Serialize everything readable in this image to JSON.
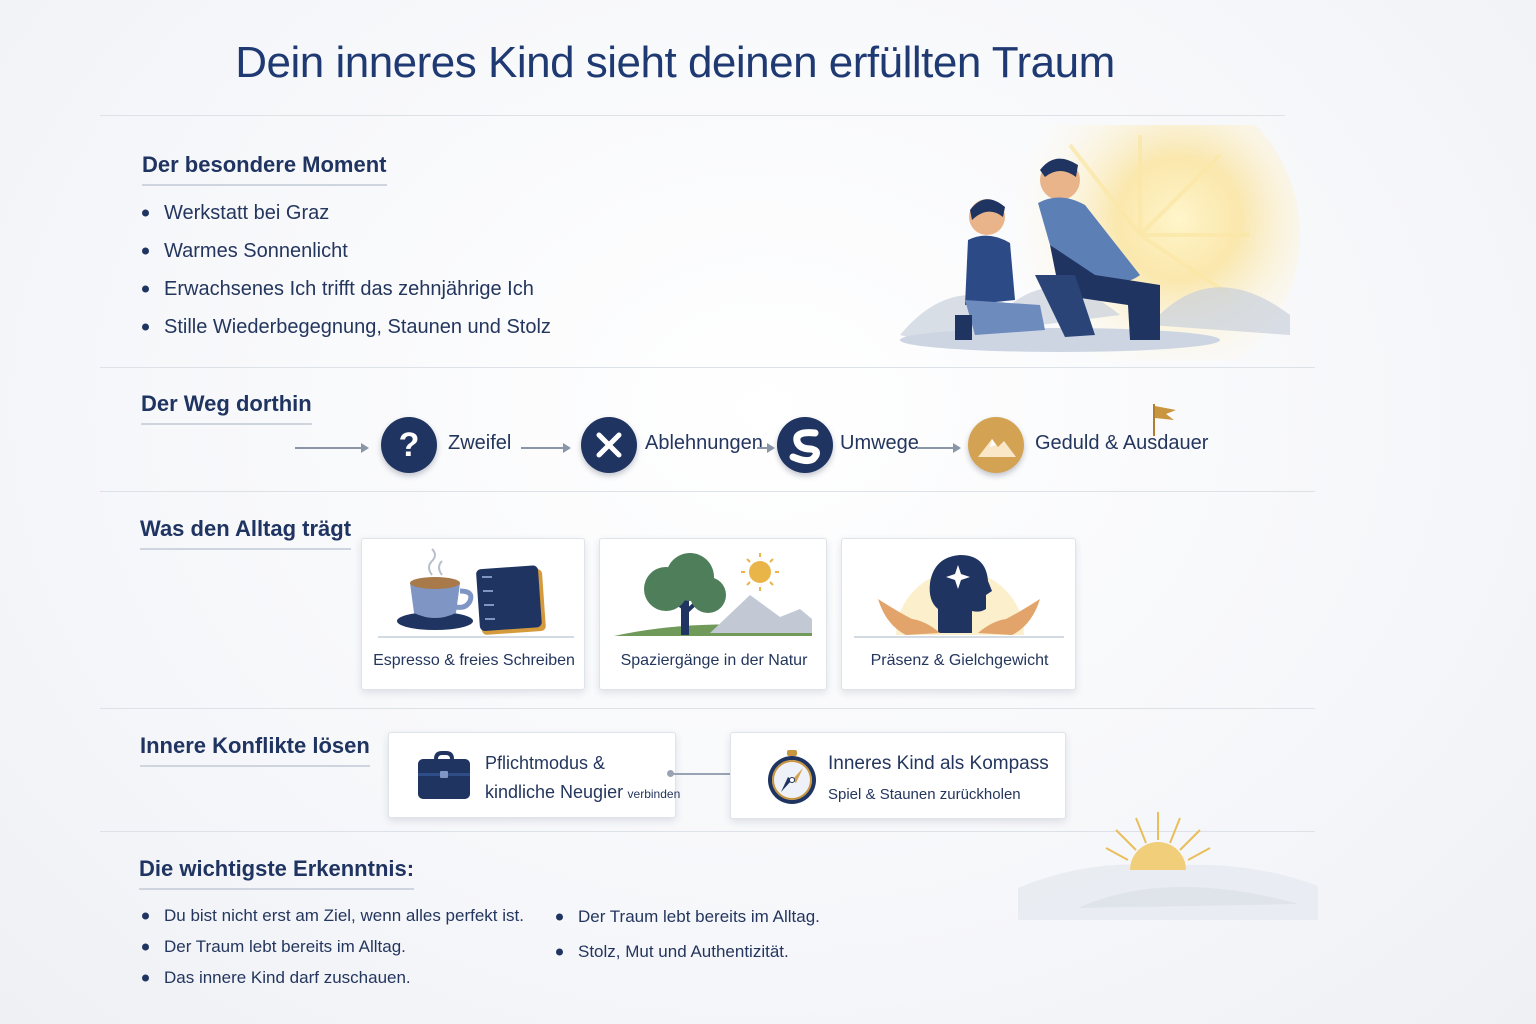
{
  "title": "Dein inneres Kind sieht deinen erfüllten Traum",
  "moment": {
    "heading": "Der besondere Moment",
    "items": [
      "Werkstatt bei Graz",
      "Warmes Sonnenlicht",
      "Erwachsenes Ich trifft das zehnjährige Ich",
      "Stille Wiederbegegnung, Staunen und Stolz"
    ]
  },
  "weg": {
    "heading": "Der Weg dorthin",
    "steps": [
      {
        "label": "Zweifel",
        "icon": "question-icon"
      },
      {
        "label": "Ablehnungen",
        "icon": "x-icon"
      },
      {
        "label": "Umwege",
        "icon": "winding-road-icon"
      },
      {
        "label": "Geduld & Ausdauer",
        "icon": "mountain-flag-icon"
      }
    ]
  },
  "alltag": {
    "heading": "Was den Alltag trägt",
    "cards": [
      {
        "label": "Espresso & freies Schreiben",
        "icon": "coffee-notebook-icon"
      },
      {
        "label": "Spaziergänge in der Natur",
        "icon": "tree-sun-icon"
      },
      {
        "label": "Präsenz & Gielchgewicht",
        "icon": "head-hands-icon"
      }
    ]
  },
  "konflikte": {
    "heading": "Innere Konflikte lösen",
    "left": {
      "line1": "Pflichtmodus &",
      "line2": "kindliche Neugier",
      "small": "verbinden",
      "icon": "briefcase-icon"
    },
    "right": {
      "line1": "Inneres Kind als Kompass",
      "line2": "Spiel & Staunen zurückholen",
      "icon": "compass-icon"
    }
  },
  "erkenntnis": {
    "heading": "Die wichtigste Erkenntnis:",
    "col1": [
      "Du bist nicht erst am Ziel, wenn alles perfekt ist.",
      "Der Traum lebt bereits im Alltag.",
      "Das innere Kind darf zuschauen."
    ],
    "col2": [
      "Der Traum lebt bereits im Alltag.",
      "Stolz, Mut und Authentizität."
    ]
  },
  "colors": {
    "navy": "#1f3461",
    "gold": "#c9963f",
    "text": "#24365e"
  }
}
